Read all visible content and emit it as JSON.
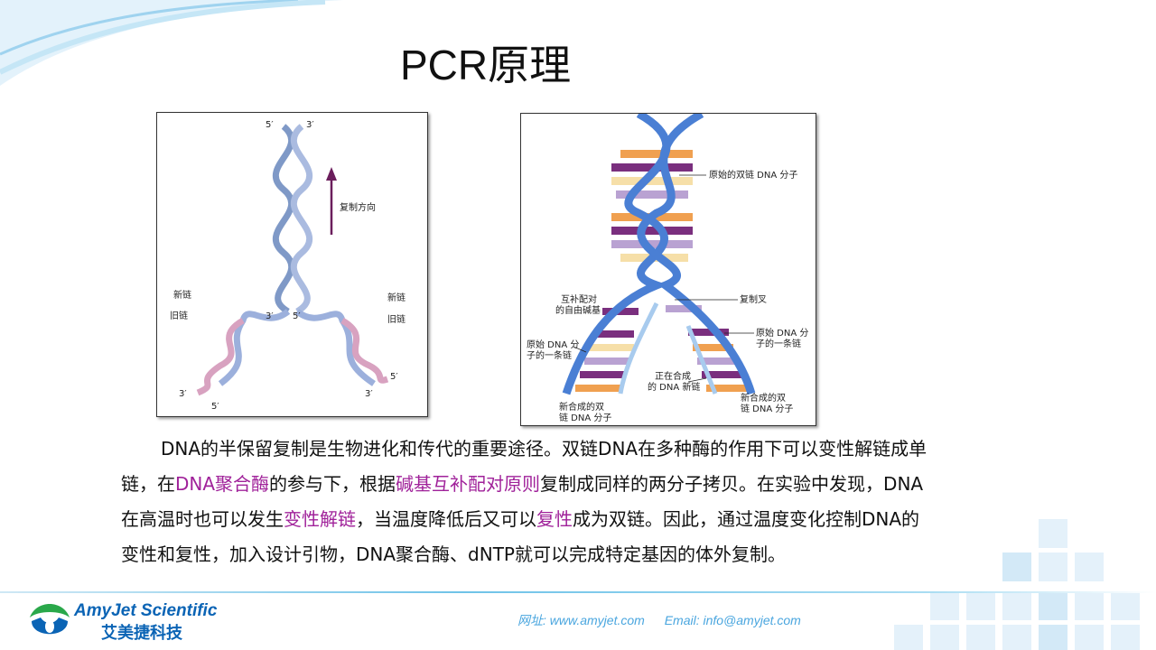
{
  "slide": {
    "title": "PCR原理"
  },
  "figure_left": {
    "labels": {
      "top_5": "5′",
      "top_3": "3′",
      "direction": "复制方向",
      "new_strand_left": "新链",
      "old_strand_left": "旧链",
      "mid_3_left": "3′",
      "mid_5_right": "5′",
      "new_strand_right": "新链",
      "old_strand_right": "旧链",
      "bottom_3_left": "3′",
      "bottom_5_left": "5′",
      "bottom_5_right": "5′",
      "bottom_3_right": "3′"
    }
  },
  "figure_right": {
    "labels": {
      "original_dna": "原始的双链 DNA 分子",
      "fork": "复制叉",
      "free_bases_1": "互补配对",
      "free_bases_2": "的自由碱基",
      "orig_strand_left_1": "原始 DNA 分",
      "orig_strand_left_2": "子的一条链",
      "orig_strand_right_1": "原始 DNA 分",
      "orig_strand_right_2": "子的一条链",
      "synth_1": "正在合成",
      "synth_2": "的 DNA 新链",
      "new_left_1": "新合成的双",
      "new_left_2": "链 DNA 分子",
      "new_right_1": "新合成的双",
      "new_right_2": "链 DNA 分子"
    },
    "colors": {
      "backbone": "#4a7fd4",
      "purple": "#7a2f7e",
      "lilac": "#b9a2d2",
      "orange": "#f0a050",
      "cream": "#f6dfa8"
    }
  },
  "paragraph": [
    {
      "text": "DNA的半保留复制是生物进化和传代的重要途径。双链DNA在多种酶的作用下可以变性解链成单链，在",
      "highlight": false
    },
    {
      "text": "DNA聚合酶",
      "highlight": true
    },
    {
      "text": "的参与下，根据",
      "highlight": false
    },
    {
      "text": "碱基互补配对原则",
      "highlight": true
    },
    {
      "text": "复制成同样的两分子拷贝。在实验中发现，DNA在高温时也可以发生",
      "highlight": false
    },
    {
      "text": "变性解链",
      "highlight": true
    },
    {
      "text": "，当温度降低后又可以",
      "highlight": false
    },
    {
      "text": "复性",
      "highlight": true
    },
    {
      "text": "成为双链。因此，通过温度变化控制DNA的变性和复性，加入设计引物，DNA聚合酶、dNTP就可以完成特定基因的体外复制。",
      "highlight": false
    }
  ],
  "highlight_color": "#a0229a",
  "footer": {
    "brand": "AmyJet Scientific",
    "brand_cn": "艾美捷科技",
    "website": "网址: www.amyjet.com",
    "email": "Email: info@amyjet.com"
  }
}
